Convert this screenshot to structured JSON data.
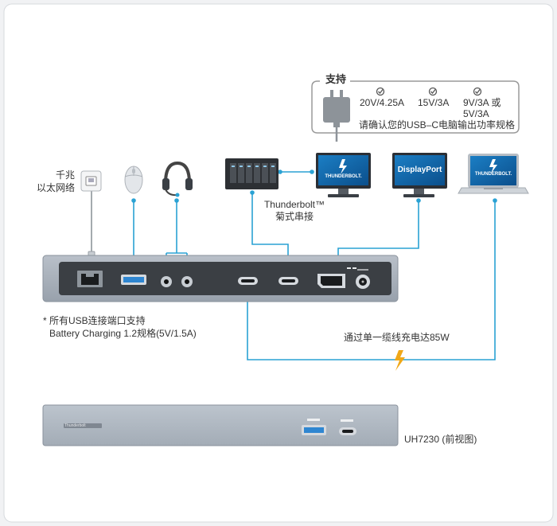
{
  "support": {
    "title": "支持",
    "specs": [
      "20V/4.25A",
      "15V/3A",
      "9V/3A 或",
      "5V/3A"
    ],
    "note": "请确认您的USB–C电脑输出功率规格"
  },
  "ethernet": {
    "label_line1": "千兆",
    "label_line2": "以太网络"
  },
  "daisy_chain": {
    "label_line1": "Thunderbolt™",
    "label_line2": "菊式串接"
  },
  "monitors": {
    "tb_logo": "THUNDERBOLT.",
    "dp_label": "DisplayPort",
    "laptop_logo": "THUNDERBOLT."
  },
  "footnote": {
    "line1": "* 所有USB连接端口支持",
    "line2": "Battery Charging 1.2规格(5V/1.5A)"
  },
  "charging": {
    "label": "通过单一缆线充电达85W"
  },
  "front": {
    "model_label": "UH7230 (前视图)",
    "badge": "Thunderbolt"
  },
  "colors": {
    "cable": "#2aa2d4",
    "ethernet_cable": "#9aa0a6",
    "bolt": "#f0a818",
    "dock_body": "#a8b0bb"
  }
}
